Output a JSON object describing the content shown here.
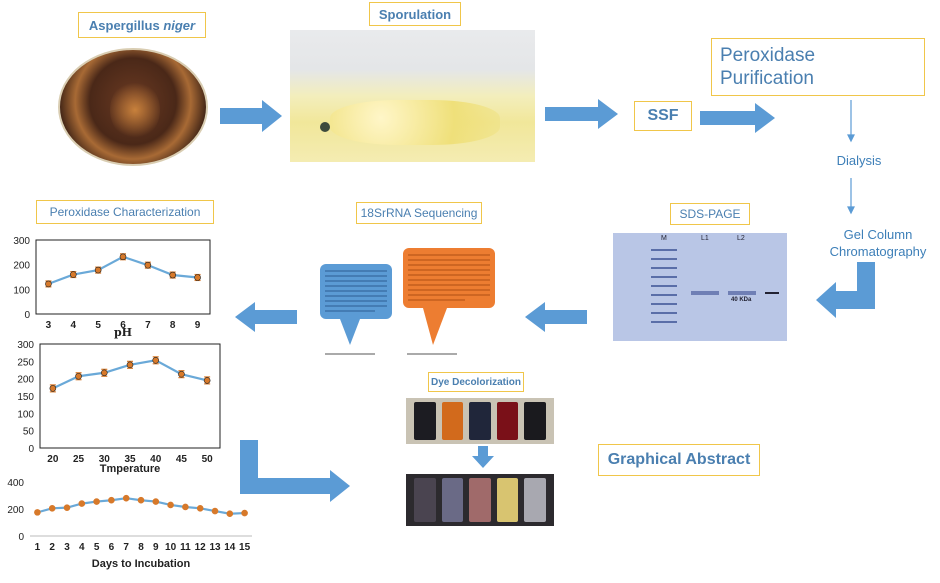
{
  "labels": {
    "aspergillus": "Aspergillus",
    "niger": "niger",
    "sporulation": "Sporulation",
    "ssf": "SSF",
    "purification": "Peroxidase Purification",
    "dialysis": "Dialysis",
    "gel_column": "Gel Column Chromatography",
    "sds_page": "SDS-PAGE",
    "sequencing": "18SrRNA Sequencing",
    "characterization": "Peroxidase Characterization",
    "dye": "Dye Decolorization",
    "graphical_abstract": "Graphical Abstract"
  },
  "gel": {
    "lanes": [
      "M",
      "L1",
      "L2"
    ],
    "band_label": "40 KDa"
  },
  "colors": {
    "arrow_blue": "#5b9bd5",
    "label_border": "#f0c64a",
    "chart_line": "#6aa9d8",
    "chart_marker": "#d7792a",
    "bubble_blue": "#5b9bd5",
    "bubble_orange": "#ed7d31"
  },
  "chart_data": [
    {
      "type": "line",
      "x": [
        3,
        4,
        5,
        6,
        7,
        8,
        9
      ],
      "values": [
        122,
        160,
        178,
        232,
        198,
        158,
        148
      ],
      "error": [
        12,
        12,
        12,
        12,
        12,
        12,
        12
      ],
      "xlabel": "pH",
      "ylim": [
        0,
        300
      ],
      "yticks": [
        0,
        100,
        200,
        300
      ],
      "grid": false
    },
    {
      "type": "line",
      "x": [
        20,
        25,
        30,
        35,
        40,
        45,
        50
      ],
      "values": [
        172,
        207,
        217,
        240,
        253,
        213,
        195
      ],
      "error": [
        10,
        10,
        10,
        10,
        10,
        10,
        10
      ],
      "xlabel": "Tmperature",
      "ylim": [
        0,
        300
      ],
      "yticks": [
        0,
        50,
        100,
        150,
        200,
        250,
        300
      ],
      "grid": false
    },
    {
      "type": "line",
      "x": [
        1,
        2,
        3,
        4,
        5,
        6,
        7,
        8,
        9,
        10,
        11,
        12,
        13,
        14,
        15
      ],
      "values": [
        175,
        205,
        210,
        240,
        255,
        265,
        280,
        265,
        255,
        230,
        215,
        205,
        185,
        165,
        170
      ],
      "xlabel": "Days to Incubation",
      "ylim": [
        0,
        400
      ],
      "yticks": [
        0,
        200,
        400
      ],
      "grid": false
    }
  ]
}
